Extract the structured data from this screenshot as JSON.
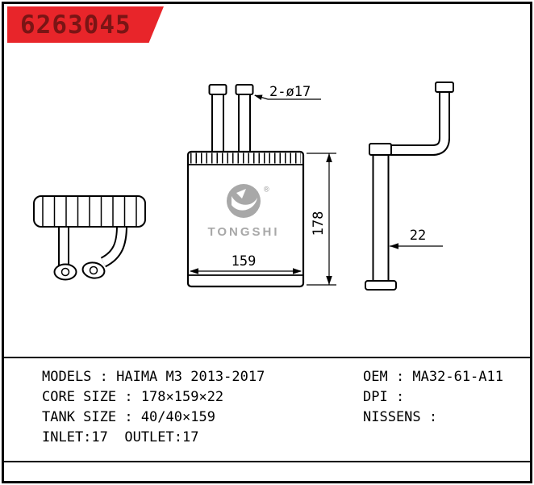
{
  "banner": {
    "part_number": "6263045"
  },
  "drawing": {
    "labels": {
      "pipe_diameter": "2-ø17",
      "core_height": "178",
      "core_width": "159",
      "core_depth": "22"
    },
    "logo": {
      "name": "TONGSHI",
      "registered_mark": "®"
    }
  },
  "specs": {
    "left": [
      "MODELS : HAIMA M3 2013-2017",
      "CORE SIZE : 178×159×22",
      "TANK SIZE : 40/40×159",
      "INLET:17  OUTLET:17"
    ],
    "right": [
      "OEM : MA32-61-A11",
      "DPI : ",
      "NISSENS : "
    ]
  },
  "colors": {
    "banner_bg": "#e8252a",
    "banner_text": "#7a1515",
    "logo_gray": "#a8a8a8"
  }
}
